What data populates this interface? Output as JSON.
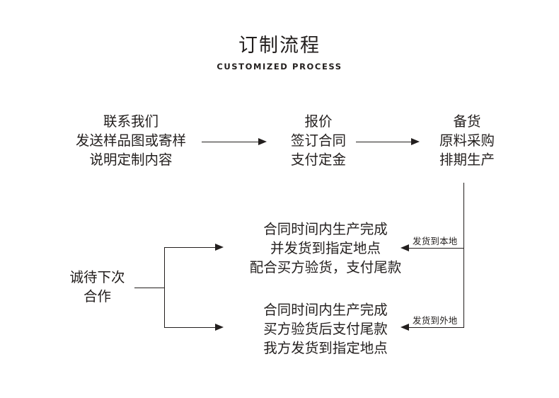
{
  "header": {
    "title": "订制流程",
    "subtitle": "CUSTOMIZED PROCESS"
  },
  "colors": {
    "ink": "#231f1e",
    "background": "#ffffff"
  },
  "nodes": {
    "contact": {
      "lines": [
        "联系我们",
        "发送样品图或寄样",
        "说明定制内容"
      ]
    },
    "quote": {
      "lines": [
        "报价",
        "签订合同",
        "支付定金"
      ]
    },
    "stock": {
      "lines": [
        "备货",
        "原料采购",
        "排期生产"
      ]
    },
    "local_delivery": {
      "lines": [
        "合同时间内生产完成",
        "并发货到指定地点",
        "配合买方验货，支付尾款"
      ]
    },
    "remote_delivery": {
      "lines": [
        "合同时间内生产完成",
        "买方验货后支付尾款",
        "我方发货到指定地点"
      ]
    },
    "next_cooperation": {
      "lines": [
        "诚待下次",
        "合作"
      ]
    }
  },
  "edges": {
    "contact_to_quote": {
      "label": ""
    },
    "quote_to_stock": {
      "label": ""
    },
    "stock_to_local": {
      "label": "发货到本地"
    },
    "stock_to_remote": {
      "label": "发货到外地"
    }
  }
}
